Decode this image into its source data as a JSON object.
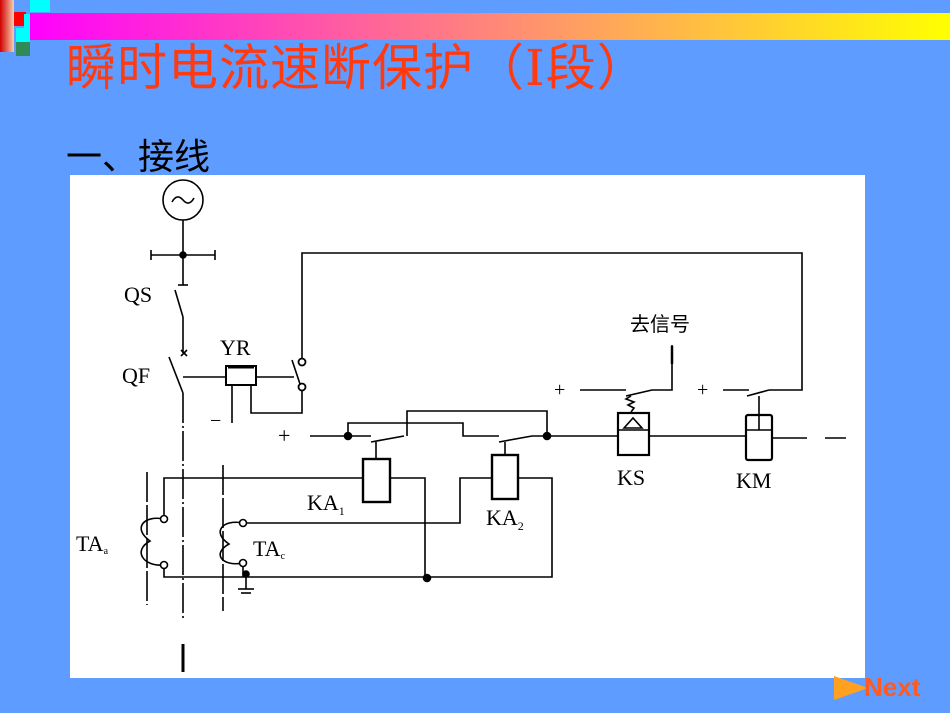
{
  "slide": {
    "title": "瞬时电流速断保护（Ⅰ段）",
    "subtitle": "一、接线"
  },
  "diagram": {
    "labels": {
      "qs": "QS",
      "qf": "QF",
      "yr": "YR",
      "signal": "去信号",
      "ks": "KS",
      "km": "KM",
      "ka1": "KA",
      "ka1_sub": "1",
      "ka2": "KA",
      "ka2_sub": "2",
      "taa": "TA",
      "taa_sub": "a",
      "tac": "TA",
      "tac_sub": "c",
      "plus": "+",
      "minus": "−"
    }
  },
  "nav": {
    "next_label": "Next"
  },
  "colors": {
    "background": "#5f9cff",
    "title": "#ff3a10",
    "next": "#ff5a20"
  }
}
